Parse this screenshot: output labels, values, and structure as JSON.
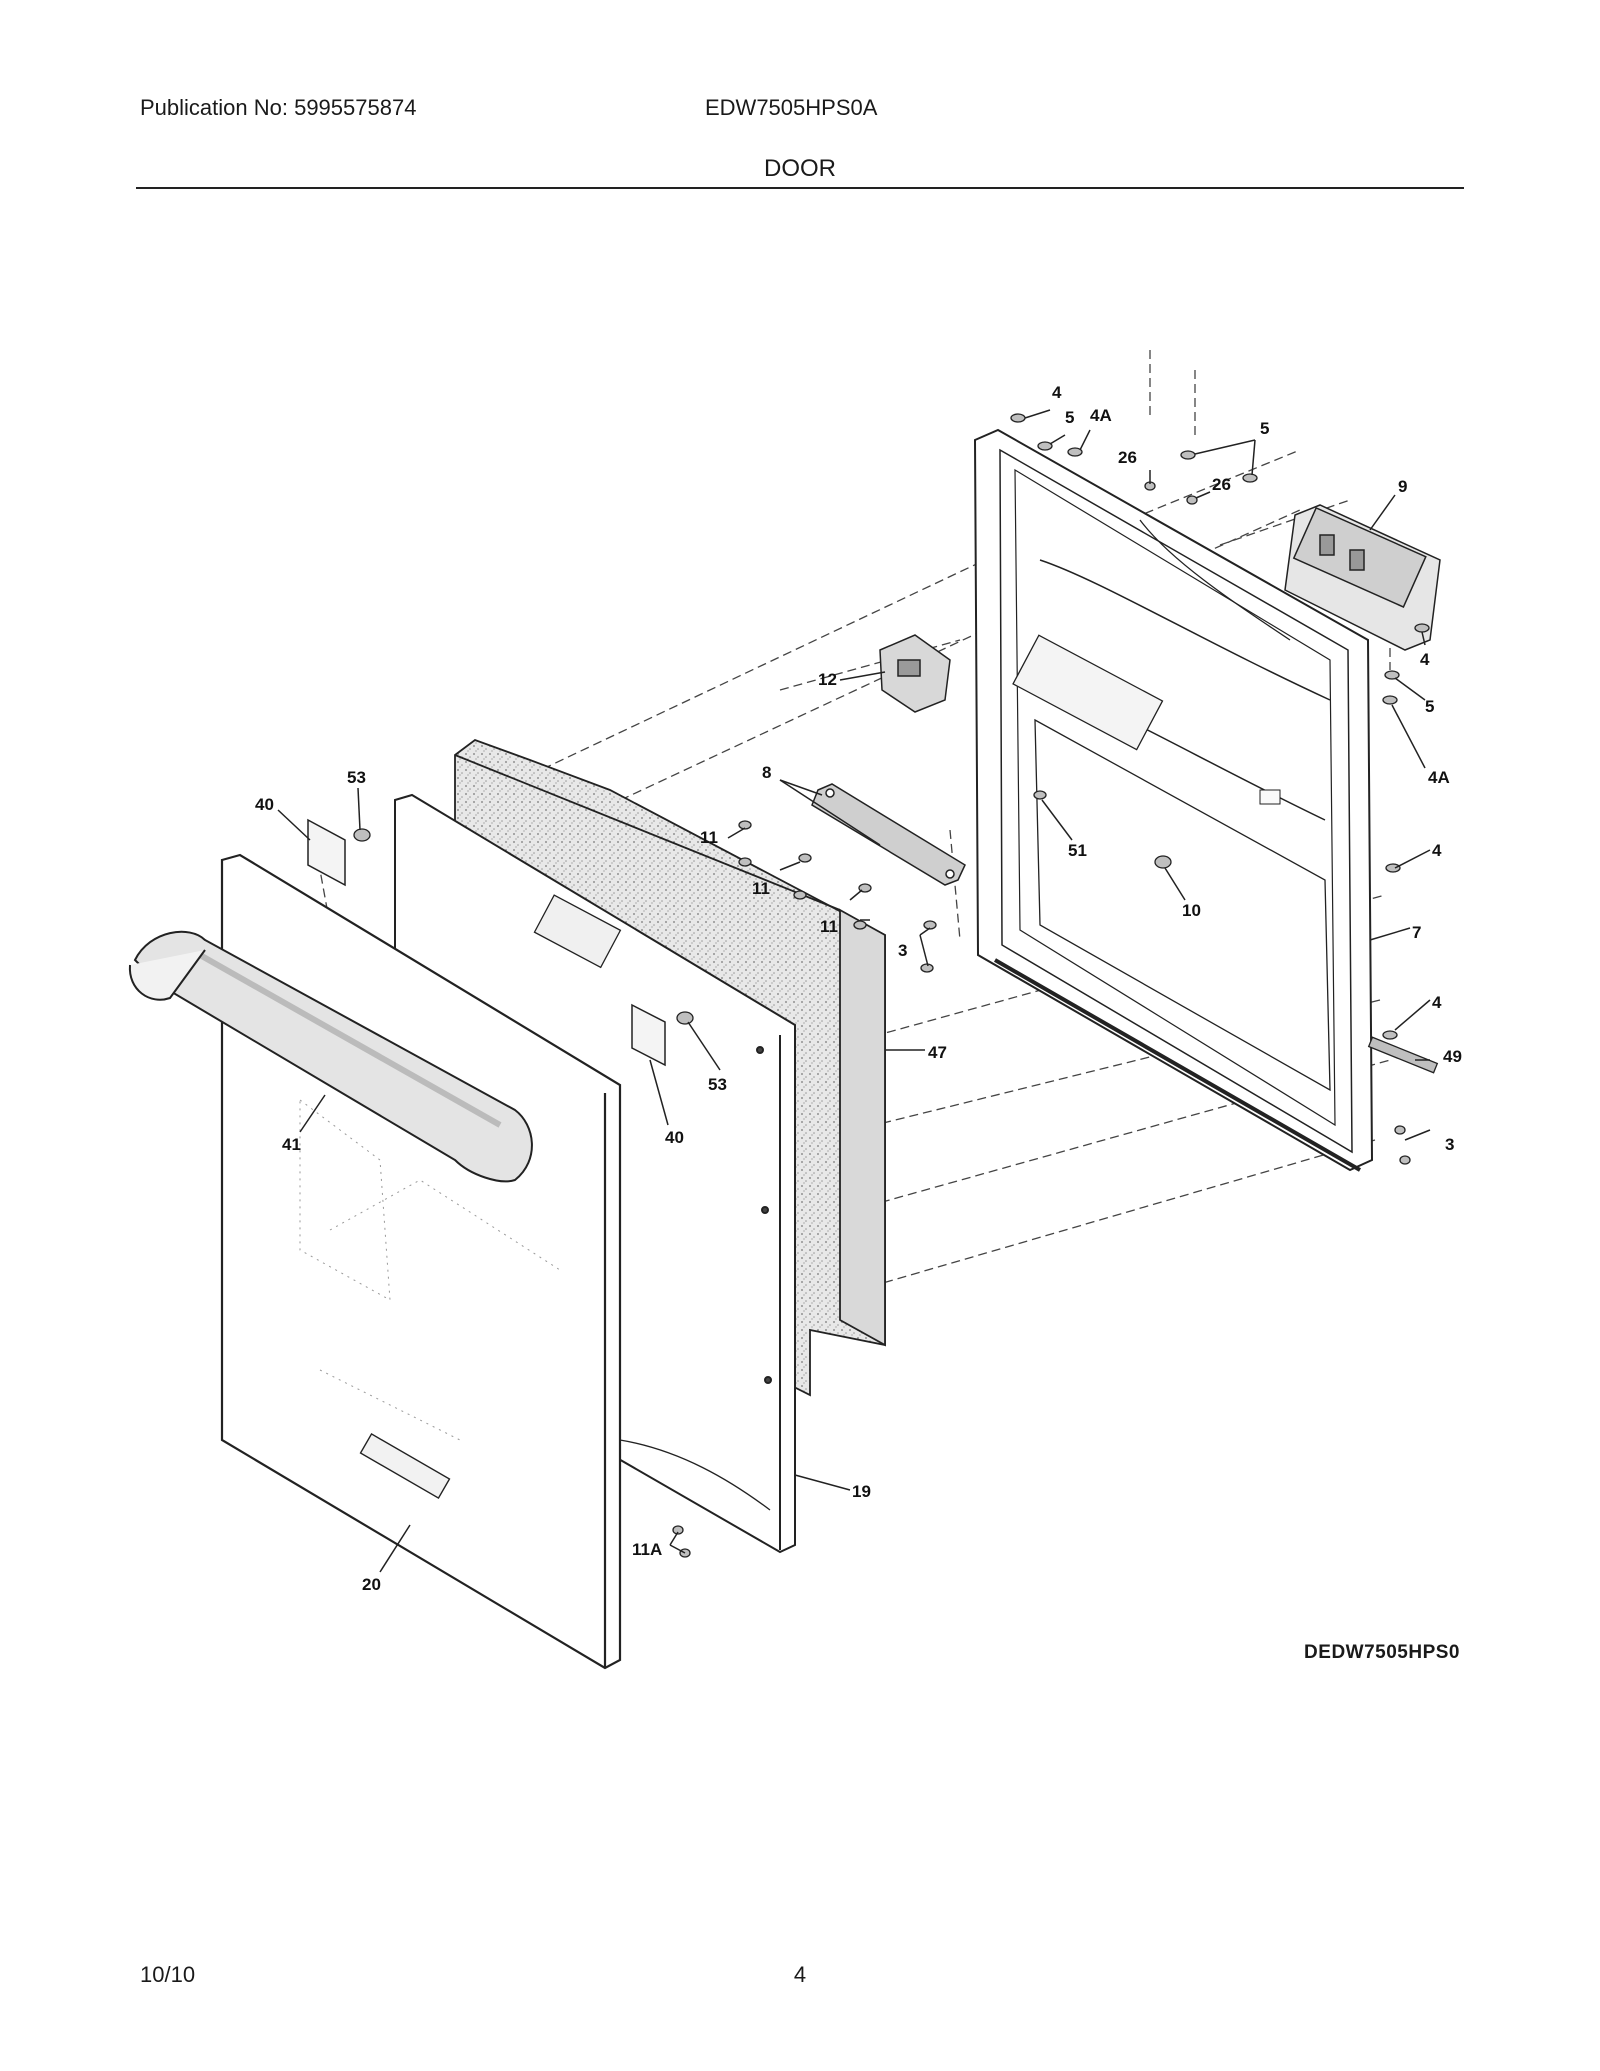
{
  "header": {
    "publication": "Publication No: 5995575874",
    "model": "EDW7505HPS0A",
    "section_title": "DOOR"
  },
  "diagram": {
    "code": "DEDW7505HPS0",
    "callouts": [
      "4",
      "5",
      "4A",
      "26",
      "5",
      "26",
      "9",
      "4",
      "5",
      "4A",
      "12",
      "8",
      "11",
      "11",
      "51",
      "11",
      "10",
      "3",
      "7",
      "4",
      "4",
      "49",
      "3",
      "53",
      "40",
      "47",
      "53",
      "40",
      "41",
      "19",
      "11A",
      "20"
    ]
  },
  "footer": {
    "date": "10/10",
    "page_number": "4"
  }
}
